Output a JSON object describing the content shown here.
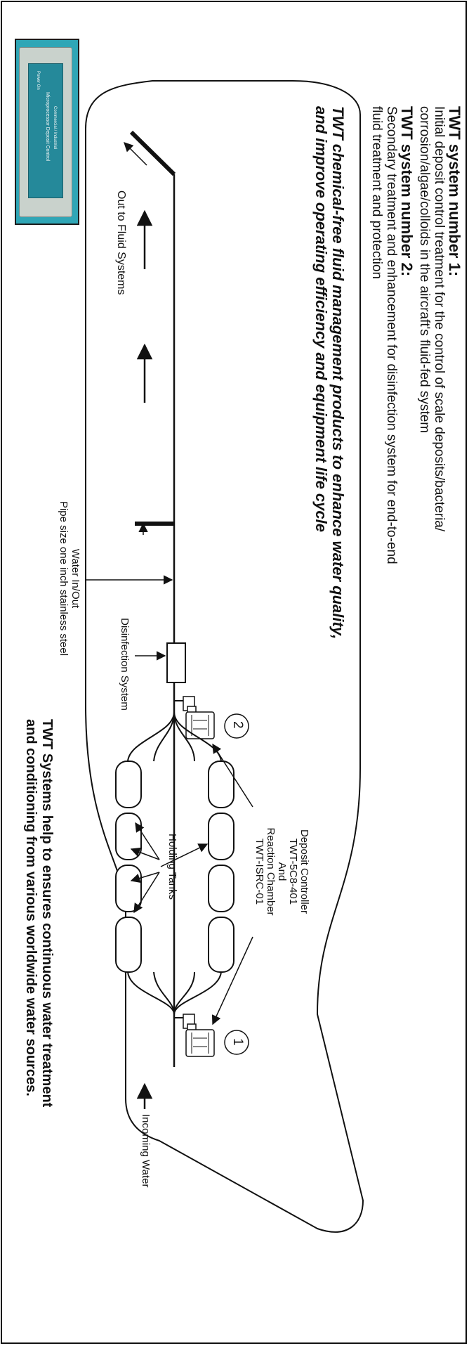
{
  "intro": {
    "system1_heading": "TWT system number 1:",
    "system1_line1": "Initial deposit control treatment for the control of scale deposits/bacteria/",
    "system1_line2": "corrosion/algae/colloids in the aircraft's fluid-fed system",
    "system2_heading": "TWT system number 2:",
    "system2_line1": "Secondary treatment and enhancement for disinfection system for end-to-end",
    "system2_line2": "fluid treatment and protection"
  },
  "tagline": {
    "line1": "TWT chemical-free fluid management products to enhance water quality,",
    "line2": "and improve operating efficiency and equipment life cycle"
  },
  "labels": {
    "out_to_fluid": "Out to Fluid Systems",
    "water_in_out_line1": "Water In/Out",
    "water_in_out_line2": "Pipe size one inch stainless steel",
    "disinfection": "Disinfection System",
    "controller_line1": "Deposit Controller",
    "controller_line2": "TWT-5C8-401",
    "controller_line3": "And",
    "controller_line4": "Reaction Chamber",
    "controller_line5": "TWT-ISRC-01",
    "marker_1": "1",
    "marker_2": "2",
    "holding_tanks": "Holding Tanks",
    "incoming_water": "Incoming Water"
  },
  "footer": {
    "line1": "TWT Systems help to ensures continuous water treatment",
    "line2": "and conditioning from various worldwide water sources."
  },
  "device": {
    "line1": "Commercial / Industrial",
    "line2": "Microprocessor Deposit Control",
    "line3": "Power On"
  },
  "colors": {
    "device_frame": "#2fa6b6",
    "line": "#111111"
  }
}
